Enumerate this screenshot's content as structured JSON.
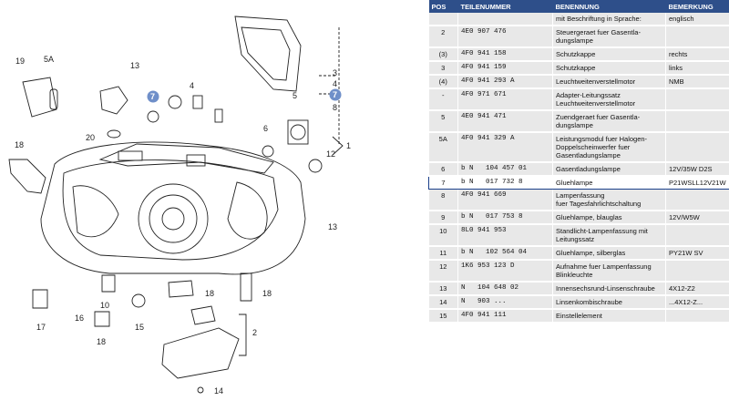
{
  "diagram": {
    "callouts": [
      "19",
      "5A",
      "13",
      "7",
      "4",
      "18",
      "20",
      "6",
      "3",
      "4",
      "7",
      "8",
      "12",
      "5",
      "1",
      "13",
      "18",
      "10",
      "16",
      "17",
      "15",
      "18",
      "18",
      "2",
      "14"
    ],
    "highlighted": "7"
  },
  "table": {
    "headers": [
      "POS",
      "TEILENUMMER",
      "BENENNUNG",
      "BEMERKUNG"
    ],
    "rows": [
      {
        "pos": "",
        "part": "",
        "name": "mit Beschriftung in Sprache:",
        "note": "englisch",
        "selected": false
      },
      {
        "pos": "2",
        "part": "4E0 907 476",
        "name": "Steuergeraet fuer Gasentla-\ndungslampe",
        "note": "",
        "selected": false
      },
      {
        "pos": "(3)",
        "part": "4F0 941 158",
        "name": "Schutzkappe",
        "note": "rechts",
        "selected": false
      },
      {
        "pos": "3",
        "part": "4F0 941 159",
        "name": "Schutzkappe",
        "note": "links",
        "selected": false
      },
      {
        "pos": "(4)",
        "part": "4F0 941 293 A",
        "name": "Leuchtweitenverstellmotor",
        "note": "NMB",
        "selected": false
      },
      {
        "pos": "-",
        "part": "4F0 971 671",
        "name": "Adapter-Leitungssatz\nLeuchtweitenverstellmotor",
        "note": "",
        "selected": false
      },
      {
        "pos": "5",
        "part": "4E0 941 471",
        "name": "Zuendgeraet fuer Gasentla-\ndungslampe",
        "note": "",
        "selected": false
      },
      {
        "pos": "5A",
        "part": "4F0 941 329 A",
        "name": "Leistungsmodul fuer Halogen-\nDoppelscheinwerfer fuer\nGasentladungslampe",
        "note": "",
        "selected": false
      },
      {
        "pos": "6",
        "part": "b N   104 457 01",
        "name": "Gasentladungslampe",
        "note": "12V/35W    D2S",
        "selected": false
      },
      {
        "pos": "7",
        "part": "b N   017 732 8",
        "name": "Gluehlampe",
        "note": "P21WSLL12V21W",
        "selected": true
      },
      {
        "pos": "8",
        "part": "4F0 941 669",
        "name": "Lampenfassung\nfuer Tagesfahrlichtschaltung",
        "note": "",
        "selected": false
      },
      {
        "pos": "9",
        "part": "b N   017 753 8",
        "name": "Gluehlampe, blauglas",
        "note": "12V/W5W",
        "selected": false
      },
      {
        "pos": "10",
        "part": "8L0 941 953",
        "name": "Standlicht-Lampenfassung mit\nLeitungssatz",
        "note": "",
        "selected": false
      },
      {
        "pos": "11",
        "part": "b N   102 564 04",
        "name": "Gluehlampe, silberglas",
        "note": "PY21W SV",
        "selected": false
      },
      {
        "pos": "12",
        "part": "1K6 953 123 D",
        "name": "Aufnahme fuer Lampenfassung\nBlinkleuchte",
        "note": "",
        "selected": false
      },
      {
        "pos": "13",
        "part": "N   104 648 02",
        "name": "Innensechsrund-Linsenschraube",
        "note": "4X12-Z2",
        "selected": false
      },
      {
        "pos": "14",
        "part": "N   903 ...",
        "name": "Linsenkombischraube",
        "note": "...4X12-Z...",
        "selected": false
      },
      {
        "pos": "15",
        "part": "4F0 941 111",
        "name": "Einstellelement",
        "note": "",
        "selected": false
      }
    ]
  },
  "colors": {
    "header": "#2e4f8a",
    "highlight": "#6f8fc9",
    "row": "#e8e8e8"
  }
}
